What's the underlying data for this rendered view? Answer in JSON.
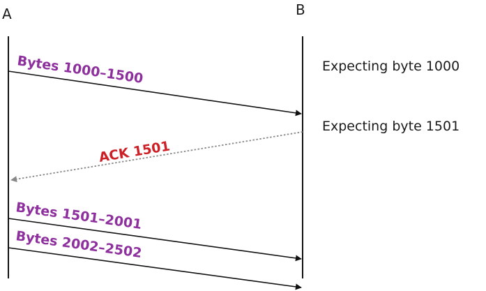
{
  "endpoints": {
    "a": {
      "label": "A"
    },
    "b": {
      "label": "B"
    }
  },
  "notes": [
    {
      "text": "Expecting byte 1000"
    },
    {
      "text": "Expecting byte 1501"
    }
  ],
  "messages": [
    {
      "label": "Bytes 1000–1500",
      "direction": "A-to-B",
      "style": "solid",
      "label_color": "#8e2f9e"
    },
    {
      "label": "ACK 1501",
      "direction": "B-to-A",
      "style": "dotted",
      "label_color": "#cc2026"
    },
    {
      "label": "Bytes 1501–2001",
      "direction": "A-to-B",
      "style": "solid",
      "label_color": "#8e2f9e"
    },
    {
      "label": "Bytes 2002–2502",
      "direction": "A-to-B",
      "style": "solid",
      "label_color": "#8e2f9e"
    }
  ],
  "colors": {
    "line": "#111111",
    "ack_line": "#888888"
  }
}
